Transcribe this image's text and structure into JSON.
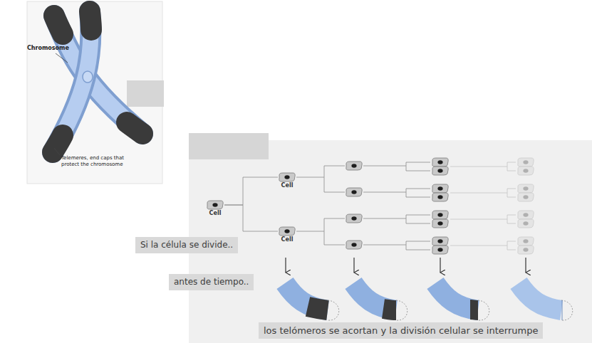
{
  "diagram": {
    "nodes": [
      {
        "text": [
          "Cell"
        ]
      },
      {
        "text": [
          "Cell"
        ]
      },
      {
        "text": [
          "Cell"
        ]
      },
      {
        "text": [
          "Si la célula se divide.."
        ]
      },
      {
        "text": [
          "antes de tiempo.."
        ]
      },
      {
        "text": [
          "los telómeros se acortan y la división celular se interrumpe"
        ]
      }
    ],
    "edges": [
      {
        "from": 1,
        "to": 0,
        "arrow": "none"
      },
      {
        "from": 1,
        "to": 2,
        "arrow": "none"
      }
    ],
    "labels": [
      "Chromosome",
      "Telemeres, end caps that protect the chromosome"
    ]
  }
}
